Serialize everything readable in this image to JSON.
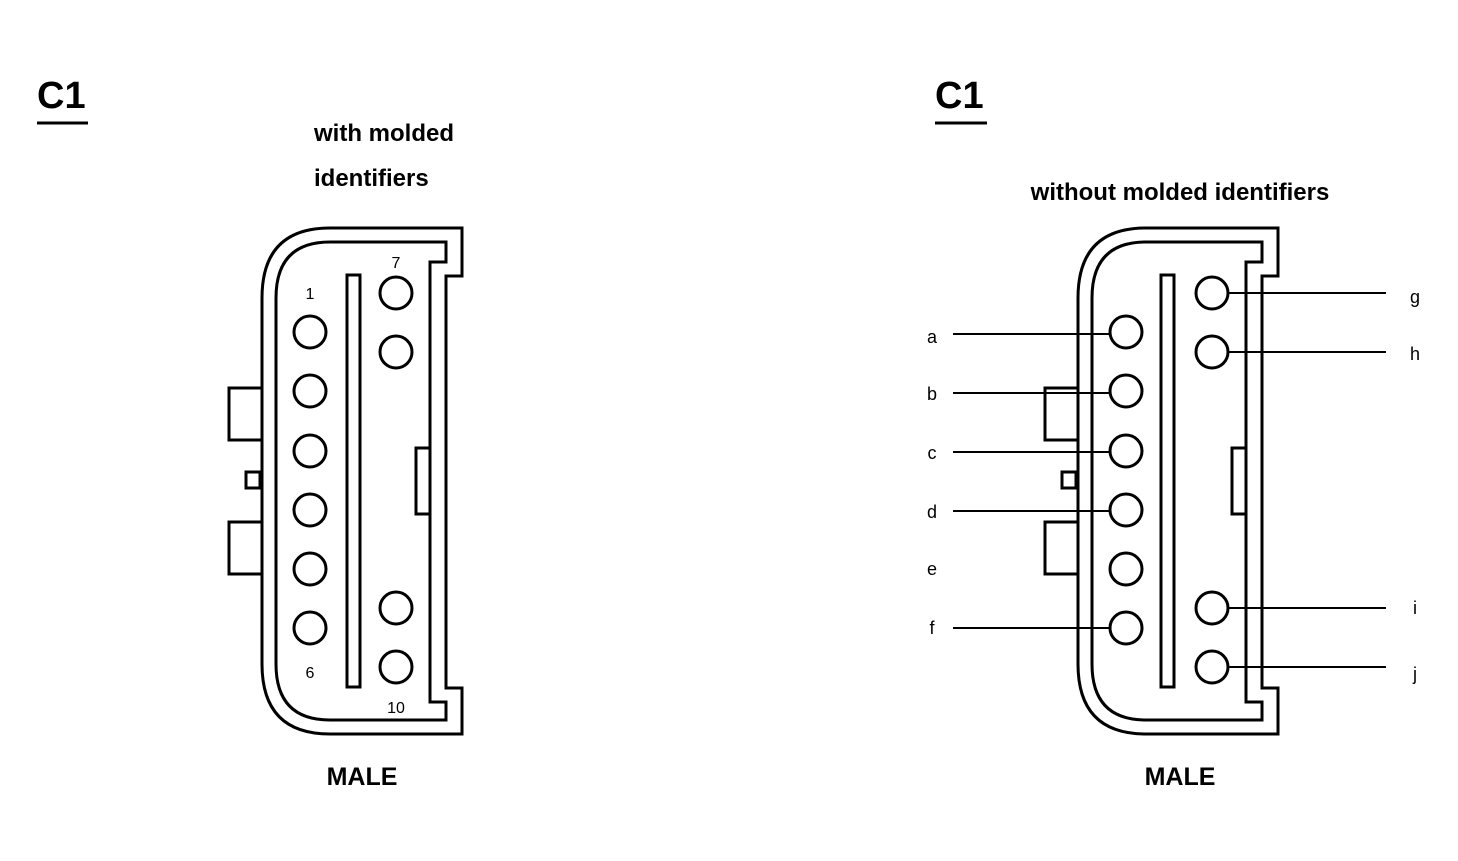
{
  "left_panel": {
    "title": "C1",
    "caption_line1": "with molded",
    "caption_line2": "identifiers",
    "footer": "MALE",
    "pin_labels": {
      "first": "1",
      "sixth": "6",
      "seventh": "7",
      "tenth": "10"
    }
  },
  "right_panel": {
    "title": "C1",
    "caption": "without molded identifiers",
    "footer": "MALE",
    "pin_letters": {
      "a": "a",
      "b": "b",
      "c": "c",
      "d": "d",
      "e": "e",
      "f": "f",
      "g": "g",
      "h": "h",
      "i": "i",
      "j": "j"
    }
  },
  "colors": {
    "line": "#000000",
    "background": "#ffffff"
  }
}
